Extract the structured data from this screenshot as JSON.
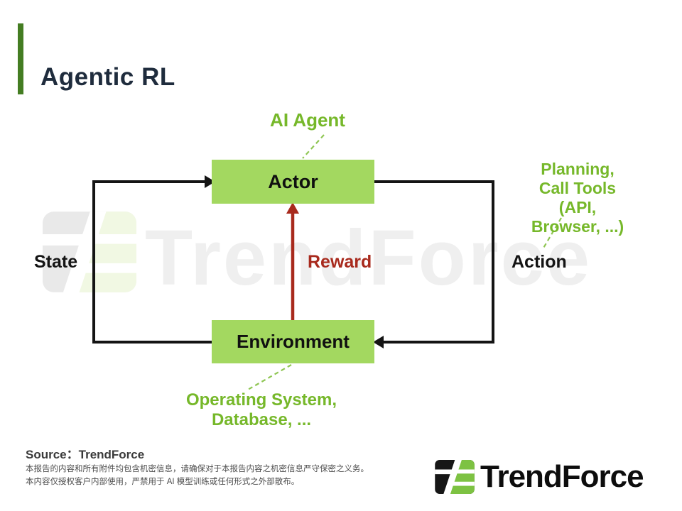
{
  "colors": {
    "accent_green_bar": "#447d22",
    "title_navy": "#1f2c3d",
    "node_green_fill": "#a3d860",
    "label_green": "#76b82a",
    "reward_red": "#a82a1d",
    "loop_line_black": "#141414",
    "logo_green": "#7dc242",
    "watermark_gray": "#efefef"
  },
  "header": {
    "title": "Agentic RL"
  },
  "diagram": {
    "actor_label": "Actor",
    "environment_label": "Environment",
    "ai_agent_label": "AI Agent",
    "planning_label": "Planning,\nCall Tools\n(API, Browser, ...)",
    "state_label": "State",
    "action_label": "Action",
    "reward_label": "Reward",
    "os_label": "Operating System,\nDatabase, ..."
  },
  "watermark": {
    "text": "TrendForce"
  },
  "footer": {
    "source": "Source：TrendForce",
    "disclaimer": [
      "本报告的内容和所有附件均包含机密信息，请确保对于本报告内容之机密信息严守保密之义务。",
      "本内容仅授权客户内部使用，严禁用于 AI 模型训练或任何形式之外部散布。"
    ],
    "logo_text": "TrendForce"
  }
}
